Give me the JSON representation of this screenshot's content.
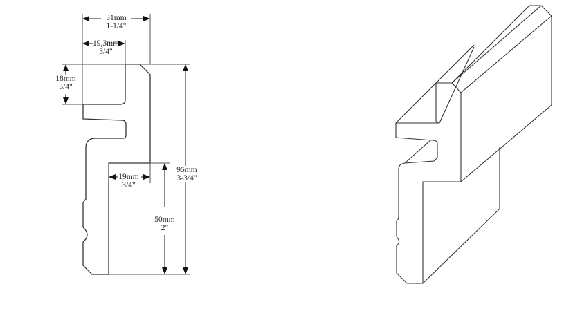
{
  "profile_drawing": {
    "dimensions": {
      "total_width": {
        "metric": "31mm",
        "imperial": "1-1/4\""
      },
      "top_tongue_width": {
        "metric": "19,3mm",
        "imperial": "3/4\""
      },
      "top_lip_height": {
        "metric": "18mm",
        "imperial": "3/4\""
      },
      "lower_step_width": {
        "metric": "19mm",
        "imperial": "3/4\""
      },
      "total_height": {
        "metric": "95mm",
        "imperial": "3-3/4\""
      },
      "lower_step_height": {
        "metric": "50mm",
        "imperial": "2\""
      }
    }
  },
  "isometric_view": {
    "description": "3D isometric view of baseboard molding profile"
  },
  "colors": {
    "line": "#333333",
    "background": "#ffffff"
  }
}
